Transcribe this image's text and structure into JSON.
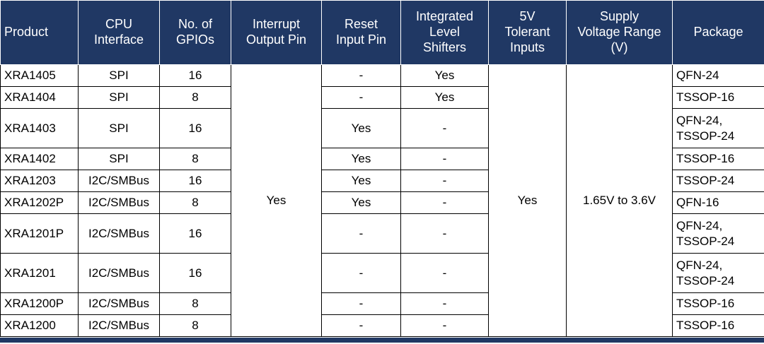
{
  "colors": {
    "header_bg": "#203864",
    "header_text": "#FFFFFF",
    "body_text": "#000000",
    "border": "#000000"
  },
  "table": {
    "headers": {
      "product": "Product",
      "cpu_interface": "CPU\nInterface",
      "gpios": "No. of\nGPIOs",
      "interrupt_output_pin": "Interrupt\nOutput Pin",
      "reset_input_pin": "Reset\nInput Pin",
      "level_shifters": "Integrated\nLevel\nShifters",
      "five_v_tolerant_inputs": "5V\nTolerant\nInputs",
      "supply_voltage_range": "Supply\nVoltage Range\n(V)",
      "package": "Package"
    },
    "merged": {
      "interrupt_output_pin": "Yes",
      "five_v_tolerant_inputs": "Yes",
      "supply_voltage_range": "1.65V to 3.6V"
    },
    "rows": [
      {
        "product": "XRA1405",
        "cpu_interface": "SPI",
        "gpios": "16",
        "reset_input_pin": "-",
        "level_shifters": "Yes",
        "package": "QFN-24"
      },
      {
        "product": "XRA1404",
        "cpu_interface": "SPI",
        "gpios": "8",
        "reset_input_pin": "-",
        "level_shifters": "Yes",
        "package": "TSSOP-16"
      },
      {
        "product": "XRA1403",
        "cpu_interface": "SPI",
        "gpios": "16",
        "reset_input_pin": "Yes",
        "level_shifters": "-",
        "package": "QFN-24, TSSOP-24"
      },
      {
        "product": "XRA1402",
        "cpu_interface": "SPI",
        "gpios": "8",
        "reset_input_pin": "Yes",
        "level_shifters": "-",
        "package": "TSSOP-16"
      },
      {
        "product": "XRA1203",
        "cpu_interface": "I2C/SMBus",
        "gpios": "16",
        "reset_input_pin": "Yes",
        "level_shifters": "-",
        "package": "TSSOP-24"
      },
      {
        "product": "XRA1202P",
        "cpu_interface": "I2C/SMBus",
        "gpios": "8",
        "reset_input_pin": "Yes",
        "level_shifters": "-",
        "package": "QFN-16"
      },
      {
        "product": "XRA1201P",
        "cpu_interface": "I2C/SMBus",
        "gpios": "16",
        "reset_input_pin": "-",
        "level_shifters": "-",
        "package": "QFN-24, TSSOP-24"
      },
      {
        "product": "XRA1201",
        "cpu_interface": "I2C/SMBus",
        "gpios": "16",
        "reset_input_pin": "-",
        "level_shifters": "-",
        "package": "QFN-24, TSSOP-24"
      },
      {
        "product": "XRA1200P",
        "cpu_interface": "I2C/SMBus",
        "gpios": "8",
        "reset_input_pin": "-",
        "level_shifters": "-",
        "package": "TSSOP-16"
      },
      {
        "product": "XRA1200",
        "cpu_interface": "I2C/SMBus",
        "gpios": "8",
        "reset_input_pin": "-",
        "level_shifters": "-",
        "package": "TSSOP-16"
      }
    ]
  }
}
